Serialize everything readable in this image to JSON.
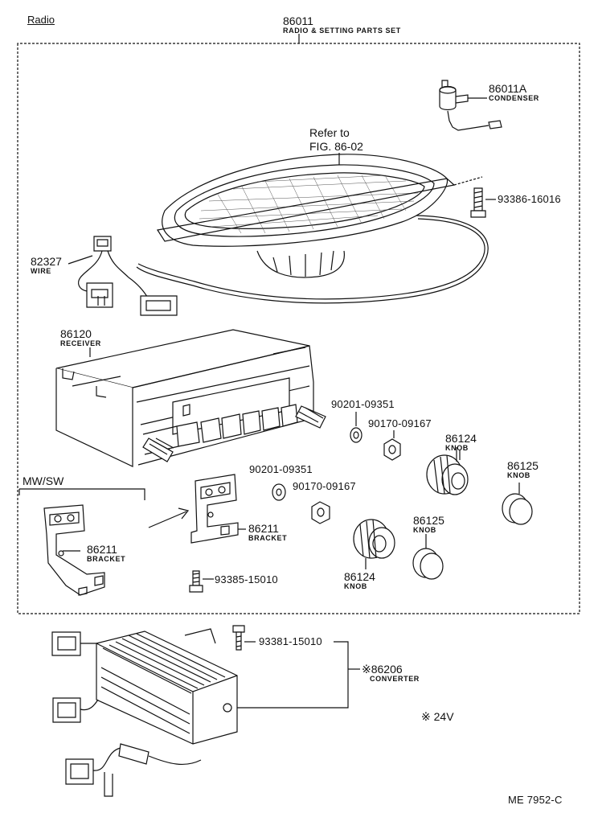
{
  "page": {
    "section_title": "Radio",
    "footer_code": "ME 7952-C",
    "voltage_note": "※ 24V"
  },
  "set": {
    "number": "86011",
    "name": "RADIO & SETTING PARTS SET"
  },
  "refer": {
    "line1": "Refer to",
    "line2": "FIG. 86-02"
  },
  "mwsw": "MW/SW",
  "parts": {
    "condenser": {
      "number": "86011A",
      "name": "CONDENSER"
    },
    "bolt_speaker": {
      "number": "93386-16016"
    },
    "wire": {
      "number": "82327",
      "name": "WIRE"
    },
    "receiver": {
      "number": "86120",
      "name": "RECEIVER"
    },
    "washer_top": {
      "number": "90201-09351"
    },
    "nut_top": {
      "number": "90170-09167"
    },
    "knob_top": {
      "number": "86124",
      "name": "KNOB"
    },
    "knob_cap_top": {
      "number": "86125",
      "name": "KNOB"
    },
    "washer_mid": {
      "number": "90201-09351"
    },
    "nut_mid": {
      "number": "90170-09167"
    },
    "bracket_center": {
      "number": "86211",
      "name": "BRACKET"
    },
    "bracket_left": {
      "number": "86211",
      "name": "BRACKET"
    },
    "screw_bracket": {
      "number": "93385-15010"
    },
    "knob_cap_mid": {
      "number": "86125",
      "name": "KNOB"
    },
    "knob_bottom": {
      "number": "86124",
      "name": "KNOB"
    },
    "screw_converter": {
      "number": "93381-15010"
    },
    "converter": {
      "number": "※86206",
      "name": "CONVERTER"
    }
  }
}
